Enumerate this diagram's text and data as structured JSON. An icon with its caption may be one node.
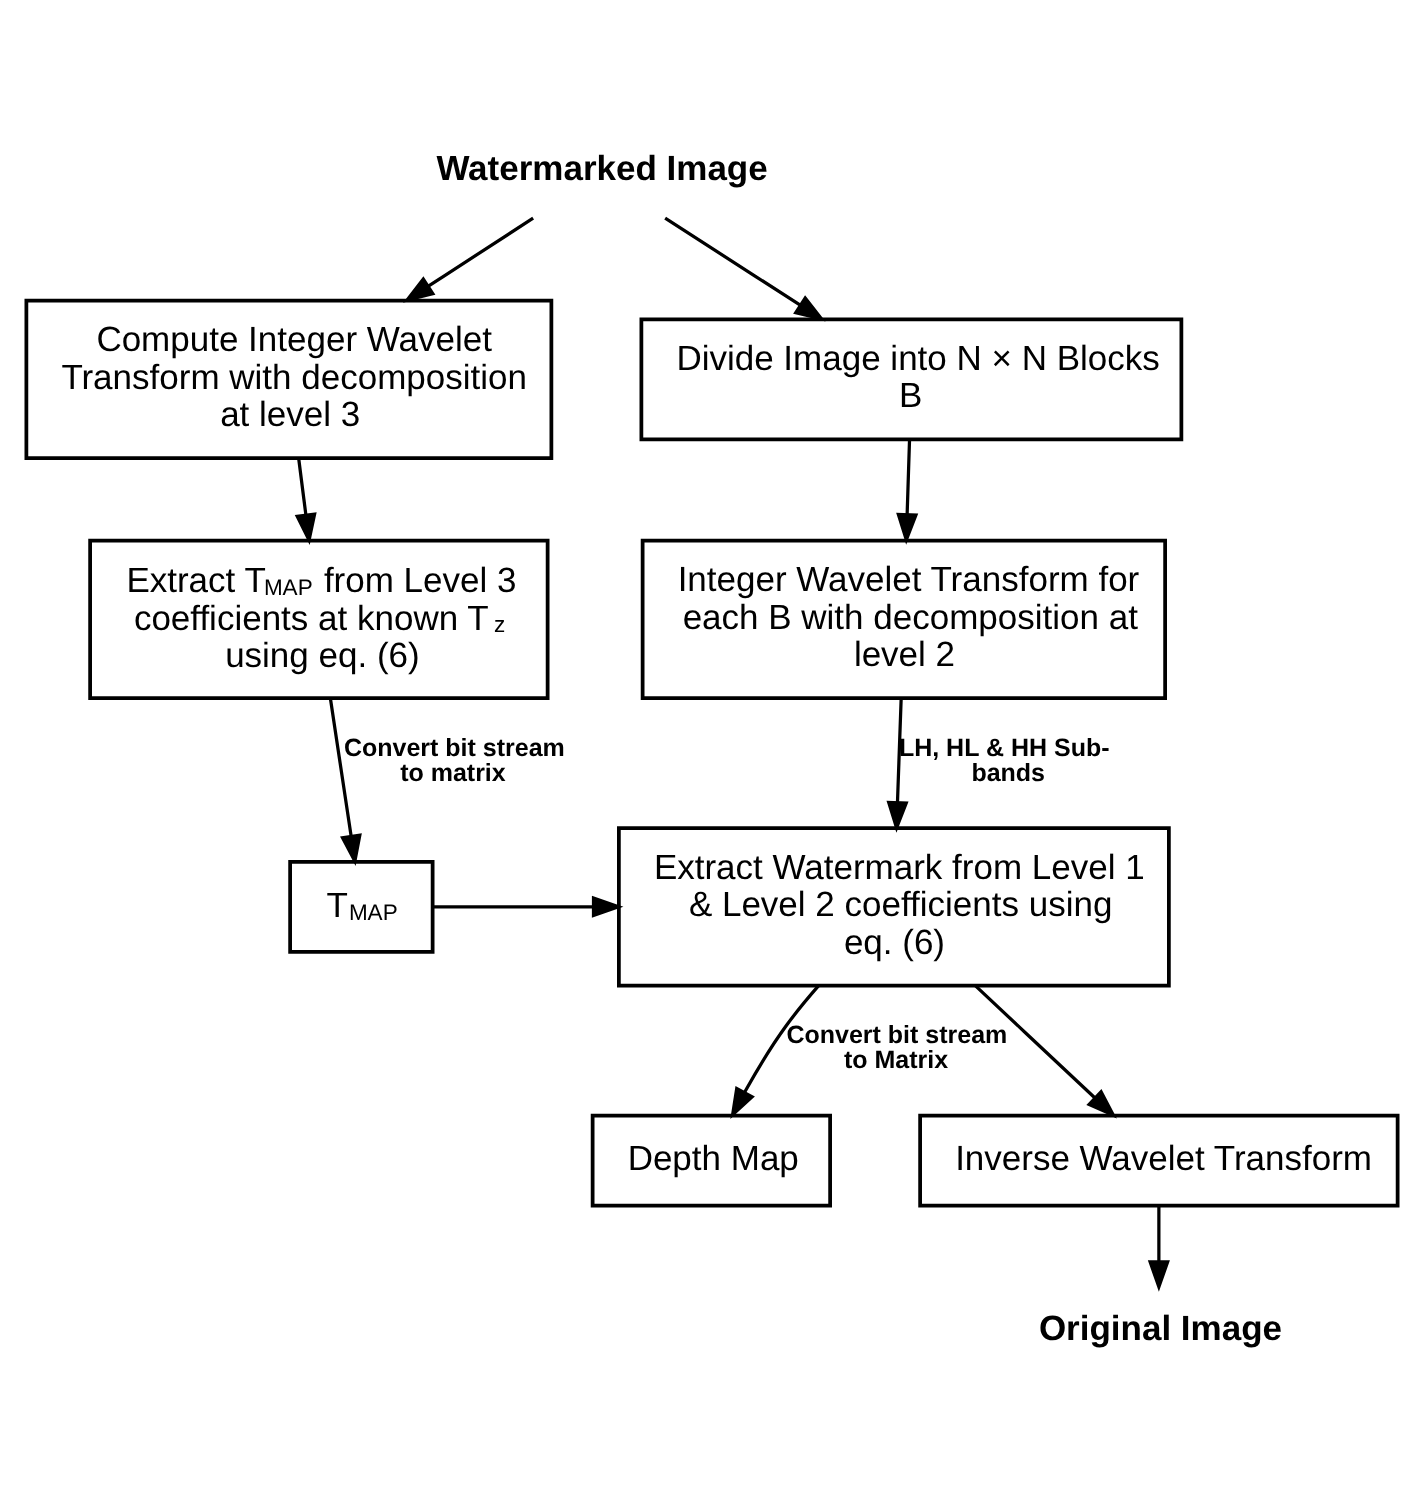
{
  "diagram": {
    "nodes": [
      {
        "text": [
          "Watermarked Image"
        ]
      },
      {
        "text": [
          "Compute Integer Wavelet Transform with decomposition at level 3"
        ]
      },
      {
        "text": [
          "Divide Image into N × N Blocks B"
        ]
      },
      {
        "text": [
          "Extract T$_{MAP}$ from Level 3 coefficients at known T$_{z}$ using eq. (6)"
        ]
      },
      {
        "text": [
          "Integer Wavelet Transform for each B with decomposition at level 2"
        ]
      },
      {
        "text": [
          "T$_{MAP}$"
        ]
      },
      {
        "text": [
          "Extract Watermark from Level 1 & Level 2 coefficients using eq. (6)"
        ]
      },
      {
        "text": [
          "Depth Map"
        ]
      },
      {
        "text": [
          "Inverse Wavelet Transform"
        ]
      },
      {
        "text": [
          "Original Image"
        ]
      }
    ],
    "edges": [
      {
        "from": 0,
        "to": 1,
        "arrow": "to"
      },
      {
        "from": 0,
        "to": 2,
        "arrow": "to"
      },
      {
        "from": 1,
        "to": 3,
        "arrow": "to"
      },
      {
        "from": 3,
        "to": 5,
        "arrow": "to",
        "label": "Convert bit stream to matrix"
      },
      {
        "from": 2,
        "to": 4,
        "arrow": "to"
      },
      {
        "from": 4,
        "to": 6,
        "arrow": "to",
        "label": "LH, HL & HH Sub-bands"
      },
      {
        "from": 5,
        "to": 6,
        "arrow": "to"
      },
      {
        "from": 6,
        "to": 7,
        "arrow": "to",
        "label": "Convert bit stream to Matrix"
      },
      {
        "from": 6,
        "to": 8,
        "arrow": "to"
      },
      {
        "from": 8,
        "to": 9,
        "arrow": "to"
      }
    ]
  }
}
